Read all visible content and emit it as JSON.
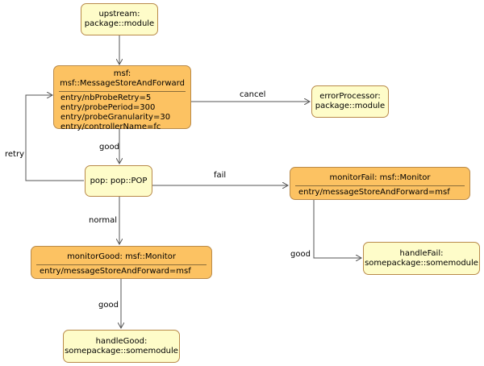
{
  "nodes": {
    "upstream": {
      "line1": "upstream:",
      "line2": "package::module"
    },
    "msf": {
      "line1": "msf:",
      "line2": "msf::MessageStoreAndForward",
      "attrs": [
        "entry/nbProbeRetry=5",
        "entry/probePeriod=300",
        "entry/probeGranularity=30",
        "entry/controllerName=fc"
      ]
    },
    "errorProcessor": {
      "line1": "errorProcessor:",
      "line2": "package::module"
    },
    "pop": {
      "line1": "pop: pop::POP"
    },
    "monitorFail": {
      "line1": "monitorFail: msf::Monitor",
      "attrs": [
        "entry/messageStoreAndForward=msf"
      ]
    },
    "monitorGood": {
      "line1": "monitorGood: msf::Monitor",
      "attrs": [
        "entry/messageStoreAndForward=msf"
      ]
    },
    "handleFail": {
      "line1": "handleFail:",
      "line2": "somepackage::somemodule"
    },
    "handleGood": {
      "line1": "handleGood:",
      "line2": "somepackage::somemodule"
    }
  },
  "edges": {
    "cancel": "cancel",
    "good_msf_pop": "good",
    "retry": "retry",
    "fail": "fail",
    "normal": "normal",
    "good_fail": "good",
    "good_good": "good"
  },
  "colors": {
    "light_fill": "#fefcc9",
    "orange_fill": "#fcc262",
    "border": "#b98a4a",
    "edge": "#555555"
  }
}
